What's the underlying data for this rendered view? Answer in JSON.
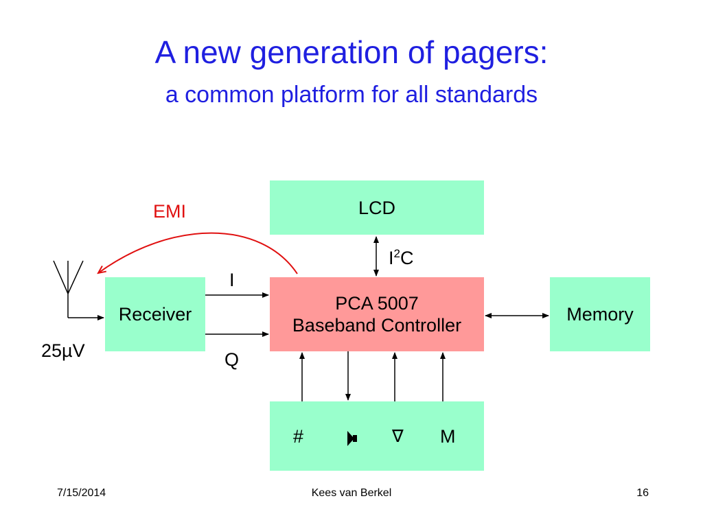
{
  "title": "A new generation of pagers:",
  "subtitle": "a common platform for all standards",
  "blocks": {
    "lcd": "LCD",
    "receiver": "Receiver",
    "controller_line1": "PCA 5007",
    "controller_line2": "Baseband Controller",
    "memory": "Memory"
  },
  "labels": {
    "emi": "EMI",
    "bus_prefix": "I",
    "bus_sup": "2",
    "bus_suffix": "C",
    "i_signal": "I",
    "q_signal": "Q",
    "sensitivity": "25µV"
  },
  "keypad": {
    "hash": "#",
    "nabla": "∇",
    "m": "M",
    "speaker_icon": "speaker-icon"
  },
  "colors": {
    "title": "#1f1fe0",
    "emi": "#e01010",
    "block_green": "#99ffcc",
    "block_pink": "#ff9999"
  },
  "footer": {
    "date": "7/15/2014",
    "author": "Kees van Berkel",
    "page": "16"
  }
}
